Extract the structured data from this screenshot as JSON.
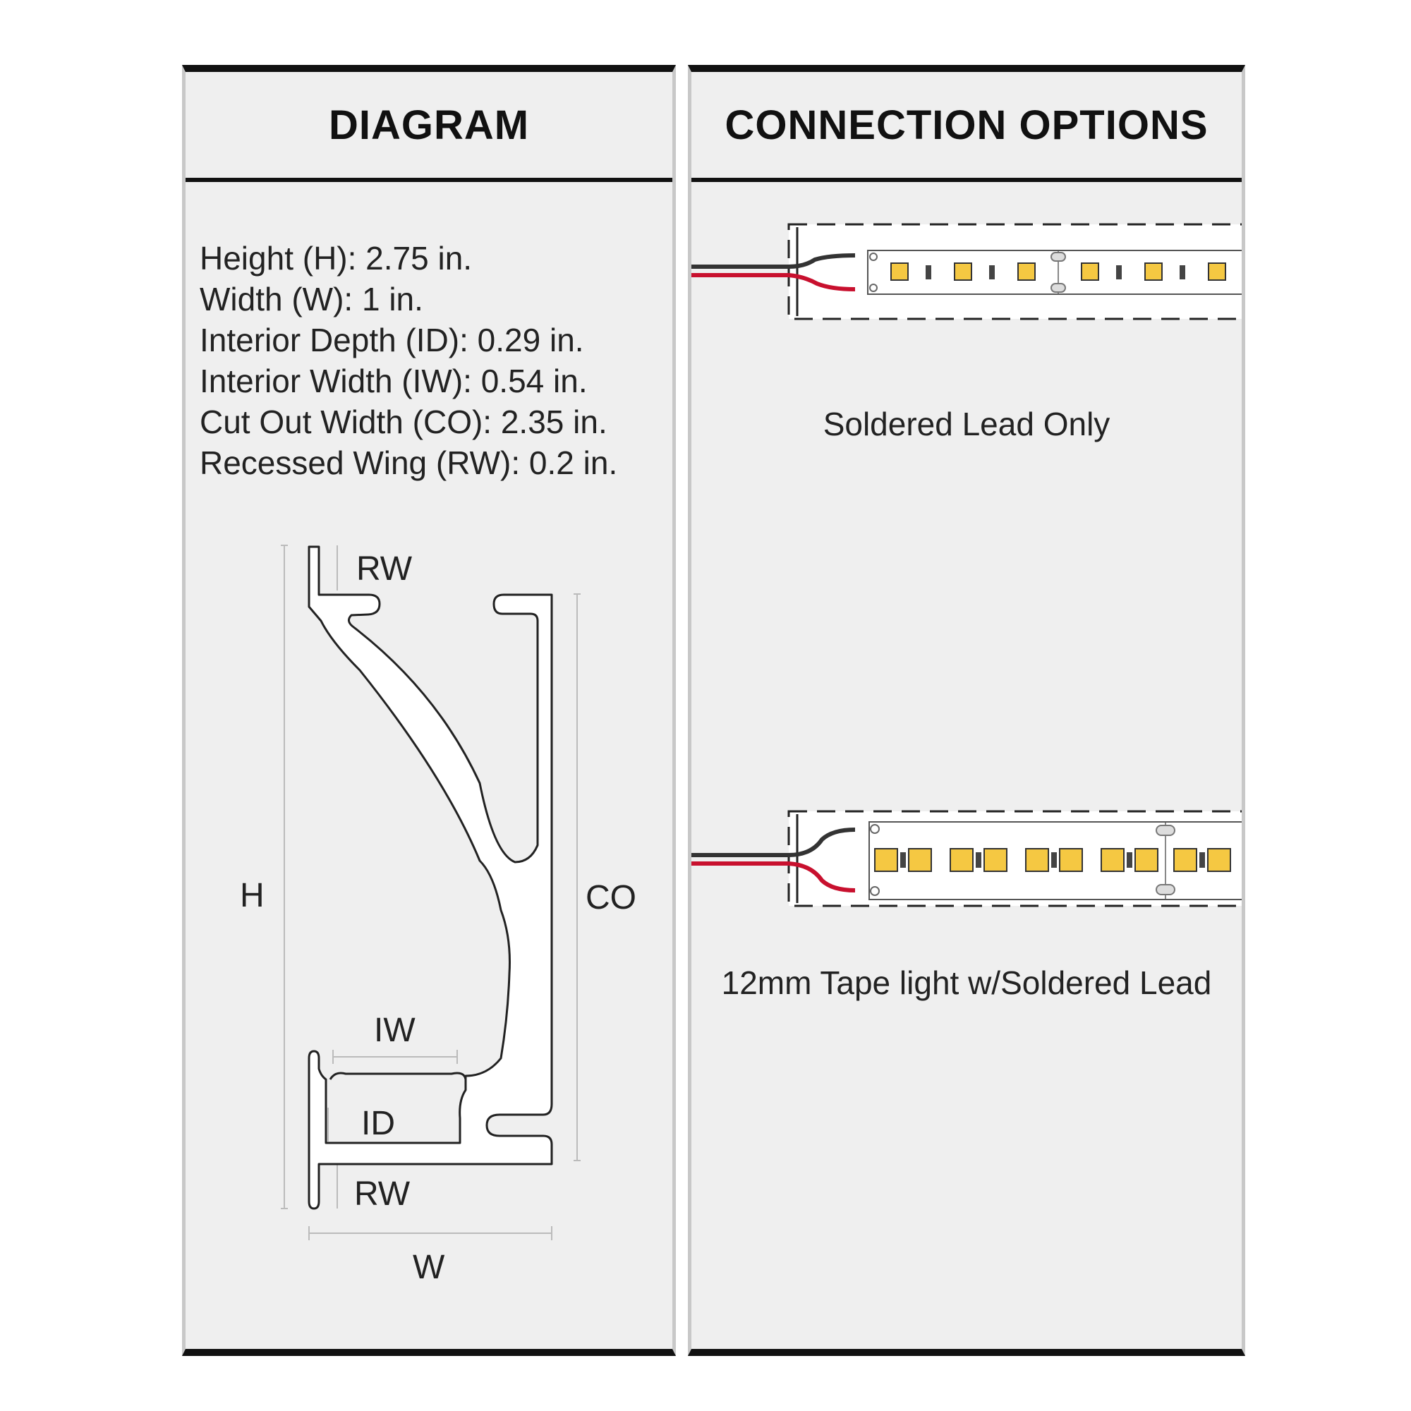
{
  "left_panel": {
    "title": "DIAGRAM",
    "specs": [
      "Height (H): 2.75 in.",
      "Width (W): 1 in.",
      "Interior Depth (ID): 0.29 in.",
      "Interior Width (IW): 0.54 in.",
      "Cut Out Width (CO): 2.35 in.",
      "Recessed Wing (RW): 0.2 in."
    ],
    "dimension_labels": {
      "rw_top": "RW",
      "h": "H",
      "co": "CO",
      "iw": "IW",
      "id": "ID",
      "rw_bottom": "RW",
      "w": "W"
    }
  },
  "right_panel": {
    "title": "CONNECTION OPTIONS",
    "options": [
      {
        "caption": "Soldered Lead Only"
      },
      {
        "caption": "12mm Tape light w/Soldered Lead"
      }
    ]
  },
  "colors": {
    "panel_bg": "#efefef",
    "border_dark": "#111111",
    "wire_black": "#333333",
    "wire_red": "#c8102e",
    "led_yellow": "#f5c842"
  }
}
